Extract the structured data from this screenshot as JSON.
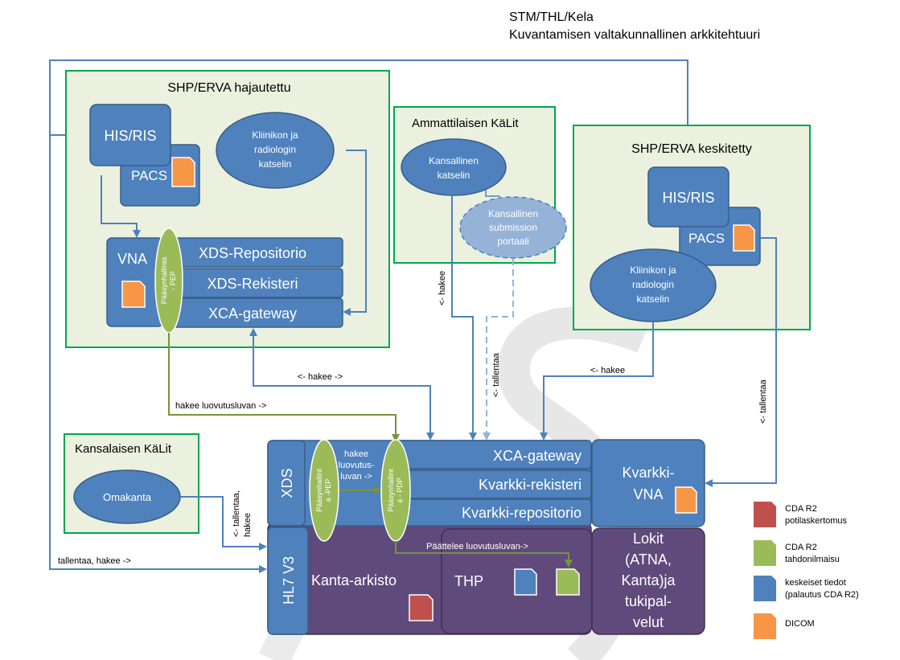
{
  "header": {
    "line1": "STM/THL/Kela",
    "line2": "Kuvantamisen valtakunnallinen arkkitehtuuri"
  },
  "shp_hajautettu": {
    "title": "SHP/ERVA hajautettu",
    "his_ris": "HIS/RIS",
    "pacs": "PACS",
    "viewer": [
      "Kliinikon ja",
      "radiologin",
      "katselin"
    ],
    "vna": "VNA",
    "pep": [
      "Pääsynhallinta",
      "- PEP"
    ],
    "xds_repo": "XDS-Repositorio",
    "xds_reg": "XDS-Rekisteri",
    "xca": "XCA-gateway"
  },
  "ammattilaisen": {
    "title": "Ammattilaisen KäLit",
    "viewer": [
      "Kansallinen",
      "katselin"
    ],
    "portal": [
      "Kansallinen",
      "submission",
      "portaali"
    ]
  },
  "shp_keskitetty": {
    "title": "SHP/ERVA keskitetty",
    "his_ris": "HIS/RIS",
    "pacs": "PACS",
    "viewer": [
      "Kliinikon ja",
      "radiologin",
      "katselin"
    ]
  },
  "kansalaisen": {
    "title": "Kansalaisen KäLit",
    "omakanta": "Omakanta"
  },
  "kanta": {
    "xds": "XDS",
    "pep": [
      "Pääsynhallint",
      "a -PEP"
    ],
    "pdp": [
      "Pääsynhallint",
      "a - PDP"
    ],
    "hakee_luovutus": [
      "hakee",
      "luovutus-",
      "luvan ->"
    ],
    "xca": "XCA-gateway",
    "registry": "Kvarkki-rekisteri",
    "repository": "Kvarkki-repositorio",
    "vna": [
      "Kvarkki-",
      "VNA"
    ],
    "hl7": "HL7 V3",
    "archive": "Kanta-arkisto",
    "thp": "THP",
    "logs": [
      "Lokit",
      "(ATNA,",
      "Kanta)ja",
      "tukipal-",
      "velut"
    ]
  },
  "arrows": {
    "hakee_both": "<- hakee ->",
    "hakee_luovutusluvan": "hakee luovutusluvan ->",
    "hakee_left": "<- hakee",
    "hakee_right": "<- hakee",
    "tallentaa_dashed": "<- tallentaa",
    "tallentaa_right": "<- tallentaa",
    "tallentaa_hakee_omakanta": [
      "<- tallentaa,",
      "hakee"
    ],
    "paattelee": "Päättelee luovutusluvan->",
    "tallentaa_hakee": "tallentaa, hakee ->"
  },
  "legend": [
    {
      "color": "#c0504d",
      "lines": [
        "CDA R2",
        "potilaskertomus"
      ]
    },
    {
      "color": "#9bbb59",
      "lines": [
        "CDA R2",
        "tahdonilmaisu"
      ]
    },
    {
      "color": "#4f81bd",
      "lines": [
        "keskeiset tiedot",
        "(palautus CDA R2)"
      ]
    },
    {
      "color": "#f79646",
      "lines": [
        "DICOM"
      ]
    }
  ],
  "colors": {
    "blue": "#4f81bd",
    "blue_dark": "#385d8a",
    "green_box": "#ebf1de",
    "green_border": "#00a650",
    "olive": "#9bbb59",
    "purple": "#604a7b",
    "orange": "#f79646",
    "red": "#c0504d"
  }
}
